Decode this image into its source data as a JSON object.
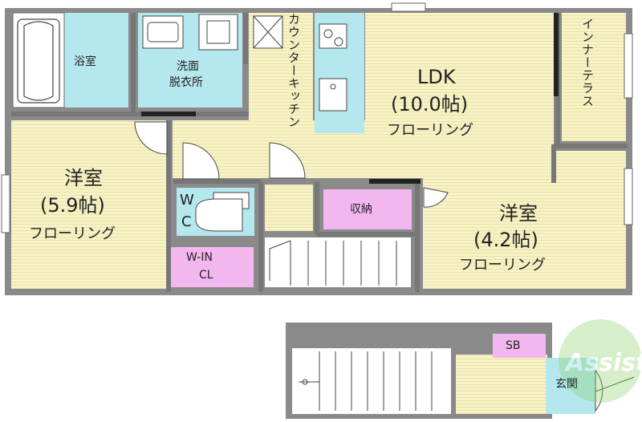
{
  "rooms": {
    "bath": "浴室",
    "washroom_l1": "洗面",
    "washroom_l2": "脱衣所",
    "counter_kitchen": "カウンターキッチン",
    "ldk_name": "LDK",
    "ldk_size": "(10.0帖)",
    "ldk_floor": "フローリング",
    "inner_terrace": "インナーテラス",
    "western_left_name": "洋室",
    "western_left_size": "(5.9帖)",
    "western_left_floor": "フローリング",
    "wc_w": "W",
    "wc_c": "C",
    "storage": "収納",
    "western_right_name": "洋室",
    "western_right_size": "(4.2帖)",
    "western_right_floor": "フローリング",
    "walkin_l1": "W-IN",
    "walkin_l2": "CL",
    "shoebox": "SB",
    "entrance": "玄関"
  },
  "colors": {
    "flooring": "#f7f3c6",
    "floor_line": "#e3dca0",
    "wet_area": "#b5e8ee",
    "closet": "#f3b7ef",
    "wall": "#777777",
    "wall_dark": "#222222"
  },
  "watermark": "Assist"
}
